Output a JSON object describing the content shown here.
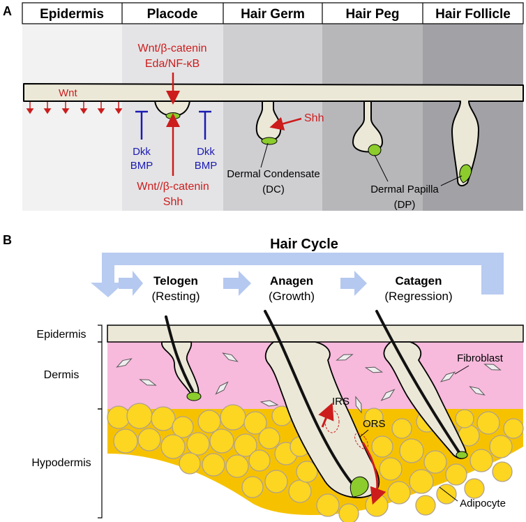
{
  "panel_a": {
    "label": "A",
    "stages": [
      "Epidermis",
      "Placode",
      "Hair Germ",
      "Hair Peg",
      "Hair Follicle"
    ],
    "signal_top_line1": "Wnt/β-catenin",
    "signal_top_line2": "Eda/NF-κB",
    "wnt": "Wnt",
    "dkk": "Dkk",
    "bmp": "BMP",
    "signal_bottom_line1": "Wnt//β-catenin",
    "signal_bottom_line2": "Shh",
    "shh": "Shh",
    "dc_line1": "Dermal Condensate",
    "dc_line2": "(DC)",
    "dp_line1": "Dermal Papilla",
    "dp_line2": "(DP)"
  },
  "panel_b": {
    "label": "B",
    "title": "Hair Cycle",
    "phases": [
      {
        "name": "Telogen",
        "sub": "(Resting)"
      },
      {
        "name": "Anagen",
        "sub": "(Growth)"
      },
      {
        "name": "Catagen",
        "sub": "(Regression)"
      }
    ],
    "layers": [
      "Epidermis",
      "Dermis",
      "Hypodermis"
    ],
    "fibroblast": "Fibroblast",
    "irs": "IRS",
    "ors": "ORS",
    "adipocyte": "Adipocyte"
  },
  "colors": {
    "skin": "#ebe8d8",
    "dermis": "#f7b9dc",
    "adipocyte": "#f6c200",
    "papilla": "#8ccc2c",
    "red": "#cc1c1c",
    "blue": "#1a1ab4",
    "arrow": "#b4c8f0"
  }
}
